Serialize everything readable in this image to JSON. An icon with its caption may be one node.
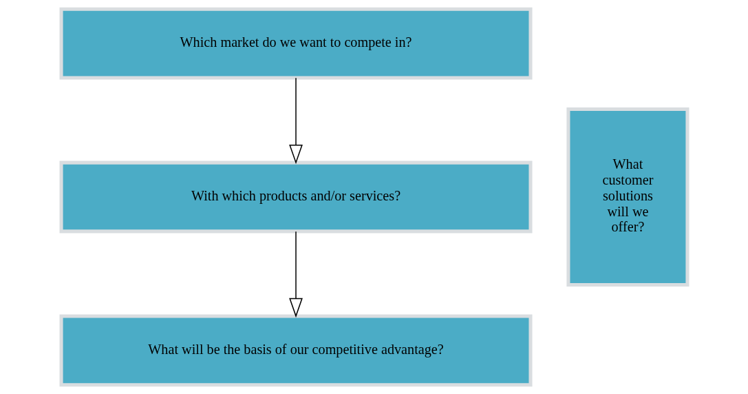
{
  "diagram": {
    "nodes": [
      {
        "text": [
          "Which market do we want to compete in?"
        ]
      },
      {
        "text": [
          "With which products and/or services?"
        ]
      },
      {
        "text": [
          "What will be the basis of our competitive advantage?"
        ]
      },
      {
        "text": [
          "What customer solutions will we offer?"
        ]
      }
    ],
    "edges": [
      {
        "from": 0,
        "to": 1,
        "arrow": "to"
      },
      {
        "from": 1,
        "to": 2,
        "arrow": "to"
      }
    ]
  }
}
